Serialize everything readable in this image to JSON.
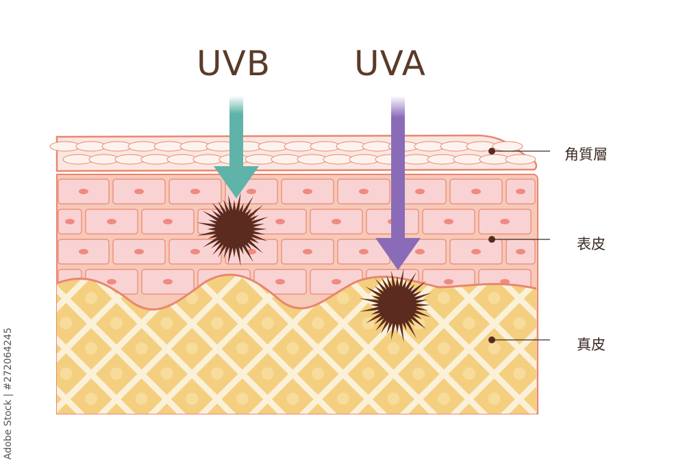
{
  "rays": {
    "uvb": {
      "label": "UVB",
      "color": "#5fb3a8"
    },
    "uva": {
      "label": "UVA",
      "color": "#8a6bb8"
    }
  },
  "layers": {
    "stratum_corneum": "角質層",
    "epidermis": "表皮",
    "dermis": "真皮"
  },
  "watermark": "Adobe Stock | #272064245",
  "colors": {
    "label_text": "#5b3a29",
    "skin_outline": "#e8866f",
    "epidermis_fill": "#f7c9b9",
    "cell_fill": "#f9d3d3",
    "nucleus": "#f08a80",
    "dermis_fill": "#f3cf7f",
    "dermis_lattice": "#fbf0d8",
    "melanocyte": "#5b2b1f"
  }
}
